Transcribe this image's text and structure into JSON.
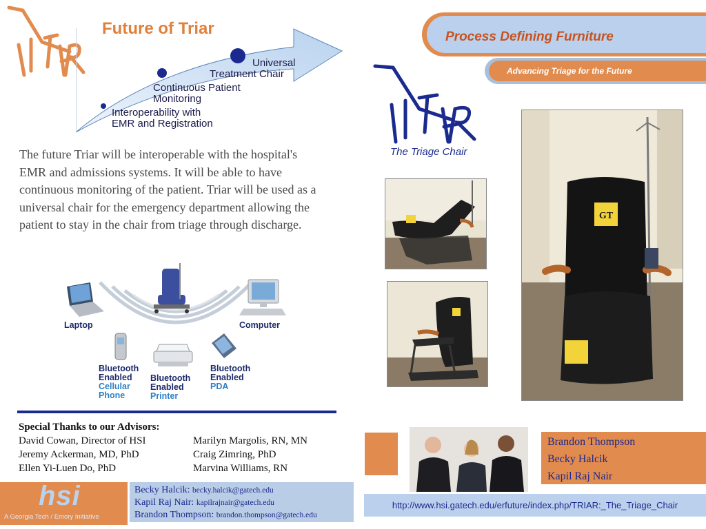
{
  "left": {
    "title": "Future of Triar",
    "arrow_items": [
      "Universal",
      "Treatment Chair",
      "Continuous Patient",
      "Monitoring",
      "Interoperability with",
      "EMR and Registration"
    ],
    "paragraph": "The future Triar will be interoperable with the hospital's EMR and admissions systems.  It will be able to have continuous monitoring of the patient.  Triar will be used as a universal chair for the emergency department allowing the patient to stay in the chair from triage through discharge.",
    "network": {
      "laptop": "Laptop",
      "computer": "Computer",
      "phone": [
        "Bluetooth",
        "Enabled",
        "Cellular",
        "Phone"
      ],
      "printer": [
        "Bluetooth",
        "Enabled",
        "Printer"
      ],
      "pda": [
        "Bluetooth",
        "Enabled",
        "PDA"
      ]
    }
  },
  "advisors": {
    "heading": "Special Thanks to our Advisors:",
    "col1": [
      "David Cowan, Director of HSI",
      "Jeremy Ackerman, MD, PhD",
      "Ellen Yi-Luen Do, PhD"
    ],
    "col2": [
      "Marilyn Margolis, RN, MN",
      "Craig Zimring, PhD",
      "Marvina Williams, RN"
    ]
  },
  "hsi": {
    "logo": "hsi",
    "tagline": "A Georgia Tech / Emory Initiative"
  },
  "contacts": [
    {
      "name": "Becky Halcik:",
      "email": "becky.halcik@gatech.edu"
    },
    {
      "name": "Kapil Raj Nair:",
      "email": "kapilrajnair@gatech.edu"
    },
    {
      "name": "Brandon Thompson:",
      "email": "brandon.thompson@gatech.edu"
    }
  ],
  "right": {
    "header": "Process Defining Furniture",
    "subheader": "Advancing Triage for the Future",
    "caption": "The Triage Chair",
    "gt_badge": "GT",
    "team": [
      "Brandon Thompson",
      "Becky Halcik",
      "Kapil Raj Nair"
    ],
    "url": "http://www.hsi.gatech.edu/erfuture/index.php/TRIAR:_The_Triage_Chair"
  },
  "colors": {
    "orange": "#e28b4e",
    "light_blue": "#bad0ec",
    "navy": "#1b2a8f",
    "title_orange": "#e0803a"
  }
}
